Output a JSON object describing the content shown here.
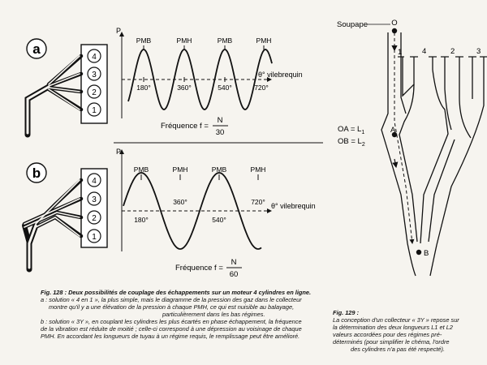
{
  "panel_a": {
    "label": "a",
    "cylinders": [
      "4",
      "3",
      "2",
      "1"
    ],
    "axis_p": "P",
    "axis_theta": "θ° vilebrequin",
    "top_labels": [
      "PMB",
      "PMH",
      "PMB",
      "PMH"
    ],
    "angle_labels": [
      "180°",
      "360°",
      "540°",
      "720°"
    ],
    "freq_prefix": "Fréquence f =",
    "freq_num": "N",
    "freq_den": "30"
  },
  "panel_b": {
    "label": "b",
    "cylinders": [
      "4",
      "3",
      "2",
      "1"
    ],
    "axis_p": "P",
    "axis_theta": "θ° vilebrequin",
    "top_labels": [
      "PMB",
      "PMH",
      "PMB",
      "PMH"
    ],
    "angle_labels": [
      "180°",
      "360°",
      "540°",
      "720°"
    ],
    "freq_prefix": "Fréquence f =",
    "freq_num": "N",
    "freq_den": "60"
  },
  "fig129_diagram": {
    "soupape": "Soupape",
    "point_o": "O",
    "point_a": "A",
    "point_b": "B",
    "pipe_labels": [
      "1",
      "4",
      "2",
      "3"
    ],
    "eq1": "OA = L",
    "eq1_sub": "1",
    "eq2": "OB = L",
    "eq2_sub": "2"
  },
  "caption_128": {
    "lines": [
      "Fig. 128 : Deux possibilités de couplage des échappements sur un moteur 4 cylindres en ligne.",
      "a : solution « 4 en 1 », la plus simple, mais le diagramme de la pression des gaz dans le collecteur",
      "montre qu'il y a une élévation de la pression à chaque PMH, ce qui est nuisible au balayage,",
      "particulièrement dans les bas régimes.",
      "b : solution « 3Y », en couplant les cylindres les plus écartés en phase échappement, la fréquence",
      "de la vibration est réduite de moitié ; celle-ci correspond à une dépression au voisinage de chaque",
      "PMH. En accordant les longueurs de tuyau à un régime requis, le remplissage peut être amélioré."
    ]
  },
  "caption_129": {
    "lines": [
      "Fig. 129 :",
      "La conception d'un collecteur « 3Y » repose sur",
      "la détermination des deux longueurs L1 et L2",
      "valeurs accordées pour des régimes pré-",
      "déterminés (pour simplifier le chéma, l'ordre",
      "des cylindres n'a pas été respecté)."
    ]
  },
  "colors": {
    "ink": "#111111",
    "paper": "#f6f4ef"
  }
}
